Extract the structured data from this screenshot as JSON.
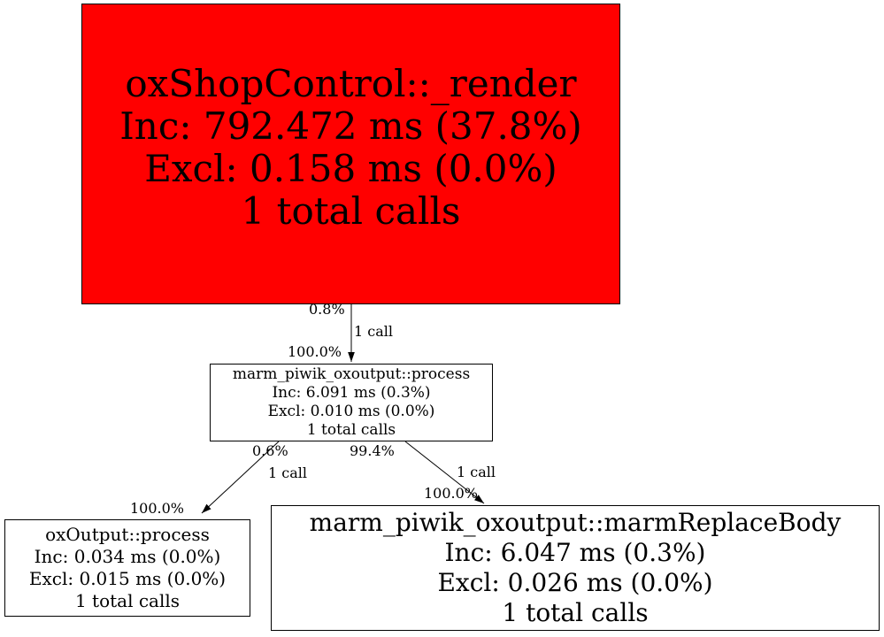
{
  "colors": {
    "hot_node_fill": "#ff0000",
    "node_fill": "#ffffff",
    "border": "#000000",
    "background": "#ffffff"
  },
  "nodes": {
    "render": {
      "title": "oxShopControl::_render",
      "inc": "Inc: 792.472 ms (37.8%)",
      "excl": "Excl: 0.158 ms (0.0%)",
      "calls": "1 total calls",
      "fill": "#ff0000"
    },
    "process": {
      "title": "marm_piwik_oxoutput::process",
      "inc": "Inc: 6.091 ms (0.3%)",
      "excl": "Excl: 0.010 ms (0.0%)",
      "calls": "1 total calls",
      "fill": "#ffffff"
    },
    "oxoutput": {
      "title": "oxOutput::process",
      "inc": "Inc: 0.034 ms (0.0%)",
      "excl": "Excl: 0.015 ms (0.0%)",
      "calls": "1 total calls",
      "fill": "#ffffff"
    },
    "marmreplacebody": {
      "title": "marm_piwik_oxoutput::marmReplaceBody",
      "inc": "Inc: 6.047 ms (0.3%)",
      "excl": "Excl: 0.026 ms (0.0%)",
      "calls": "1 total calls",
      "fill": "#ffffff"
    }
  },
  "edges": {
    "render_to_process": {
      "pct": "0.8%",
      "calls": "1 call",
      "head_pct": "100.0%"
    },
    "process_to_oxoutput": {
      "pct": "0.6%",
      "calls": "1 call",
      "head_pct": "100.0%"
    },
    "process_to_marmreplacebody": {
      "pct": "99.4%",
      "calls": "1 call",
      "head_pct": "100.0%"
    }
  }
}
